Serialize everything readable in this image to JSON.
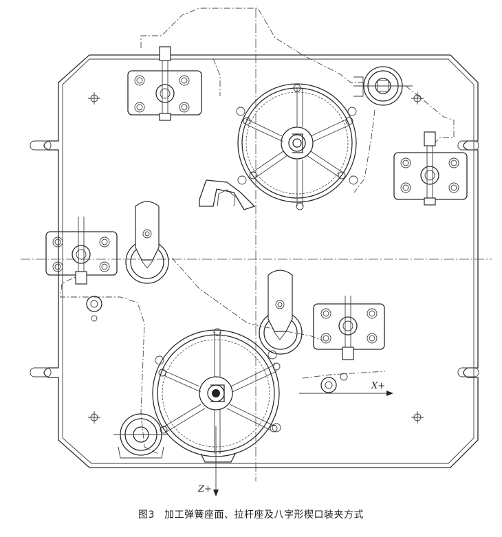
{
  "figure": {
    "caption_number": "图3",
    "caption_text": "加工弹簧座面、拉杆座及八字形楔口装夹方式"
  },
  "axes": {
    "x_label": "X+",
    "z_label": "Z+"
  },
  "components": {
    "handwheels": 2,
    "clamp_plates": 4,
    "swing_clamps": 2,
    "locating_rings": 3,
    "edge_notches": 4
  }
}
